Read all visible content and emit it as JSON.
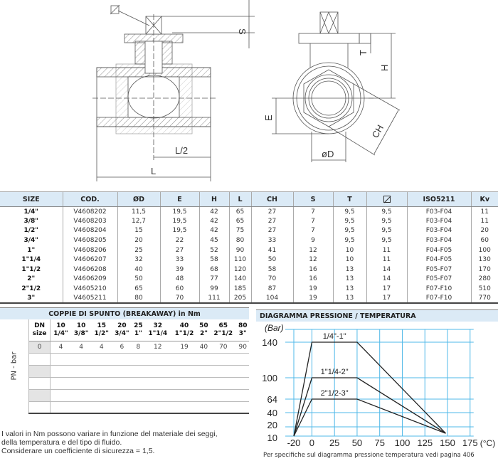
{
  "drawing": {
    "labels": {
      "s": "S",
      "l_half": "L/2",
      "l": "L",
      "t": "T",
      "h": "H",
      "e": "E",
      "ch": "CH",
      "od": "øD"
    },
    "square_icon": "square-drive-icon"
  },
  "spec_table": {
    "headers": [
      "SIZE",
      "COD.",
      "ØD",
      "E",
      "H",
      "L",
      "CH",
      "S",
      "T",
      "",
      "ISO5211",
      "Kv"
    ],
    "rows": [
      [
        "1/4\"",
        "V4608202",
        "11,5",
        "19,5",
        "42",
        "65",
        "27",
        "7",
        "9,5",
        "9,5",
        "F03-F04",
        "11"
      ],
      [
        "3/8\"",
        "V4608203",
        "12,7",
        "19,5",
        "42",
        "65",
        "27",
        "7",
        "9,5",
        "9,5",
        "F03-F04",
        "11"
      ],
      [
        "1/2\"",
        "V4608204",
        "15",
        "19,5",
        "42",
        "75",
        "27",
        "7",
        "9,5",
        "9,5",
        "F03-F04",
        "20"
      ],
      [
        "3/4\"",
        "V4608205",
        "20",
        "22",
        "45",
        "80",
        "33",
        "9",
        "9,5",
        "9,5",
        "F03-F04",
        "60"
      ],
      [
        "1\"",
        "V4608206",
        "25",
        "27",
        "52",
        "90",
        "41",
        "12",
        "10",
        "11",
        "F04-F05",
        "100"
      ],
      [
        "1\"1/4",
        "V4606207",
        "32",
        "33",
        "58",
        "110",
        "50",
        "12",
        "10",
        "11",
        "F04-F05",
        "130"
      ],
      [
        "1\"1/2",
        "V4606208",
        "40",
        "39",
        "68",
        "120",
        "58",
        "16",
        "13",
        "14",
        "F05-F07",
        "170"
      ],
      [
        "2\"",
        "V4606209",
        "50",
        "48",
        "77",
        "140",
        "70",
        "16",
        "13",
        "14",
        "F05-F07",
        "280"
      ],
      [
        "2\"1/2",
        "V4605210",
        "65",
        "60",
        "99",
        "185",
        "87",
        "19",
        "13",
        "17",
        "F07-F10",
        "510"
      ],
      [
        "3\"",
        "V4605211",
        "80",
        "70",
        "111",
        "205",
        "104",
        "19",
        "13",
        "17",
        "F07-F10",
        "770"
      ]
    ]
  },
  "breakaway": {
    "title": "COPPIE DI SPUNTO (BREAKAWAY) in Nm",
    "pn_label": "PN - bar",
    "dn_label": "DN",
    "size_label": "size",
    "dn": [
      "10",
      "10",
      "15",
      "20",
      "25",
      "32",
      "40",
      "50",
      "65",
      "80"
    ],
    "sizes": [
      "1/4\"",
      "3/8\"",
      "1/2\"",
      "3/4\"",
      "1\"",
      "1\"1/4",
      "1\"1/2",
      "2\"",
      "2\"1/2",
      "3\""
    ],
    "rows": [
      {
        "pn": "0",
        "values": [
          "4",
          "4",
          "4",
          "6",
          "8",
          "12",
          "19",
          "40",
          "70",
          "90"
        ]
      }
    ],
    "note": [
      "I valori in Nm possono variare in funzione del materiale dei seggi,",
      "della temperatura e del tipo di fluido.",
      "Considerare un coefficiente di sicurezza = 1,5."
    ]
  },
  "pt_diagram": {
    "title": "DIAGRAMMA PRESSIONE / TEMPERATURA",
    "note": "Per specifiche sul diagramma pressione temperatura vedi pagina 406"
  },
  "chart_data": {
    "type": "line",
    "ylabel": "(Bar)",
    "xlabel": "(°C)",
    "x_ticks": [
      -20,
      0,
      25,
      50,
      75,
      100,
      125,
      150,
      175
    ],
    "y_ticks": [
      10,
      20,
      40,
      64,
      100,
      140
    ],
    "xlim": [
      -20,
      180
    ],
    "ylim": [
      10,
      150
    ],
    "grid": true,
    "grid_color": "#4fb8e8",
    "series": [
      {
        "name": "1/4\"-1\"",
        "points": [
          [
            -20,
            10
          ],
          [
            0,
            140
          ],
          [
            50,
            140
          ],
          [
            148,
            13
          ]
        ]
      },
      {
        "name": "1\"1/4-2\"",
        "points": [
          [
            -20,
            10
          ],
          [
            0,
            100
          ],
          [
            50,
            100
          ],
          [
            148,
            13
          ]
        ]
      },
      {
        "name": "2\"1/2-3\"",
        "points": [
          [
            -20,
            10
          ],
          [
            0,
            64
          ],
          [
            50,
            64
          ],
          [
            148,
            13
          ]
        ]
      }
    ]
  }
}
